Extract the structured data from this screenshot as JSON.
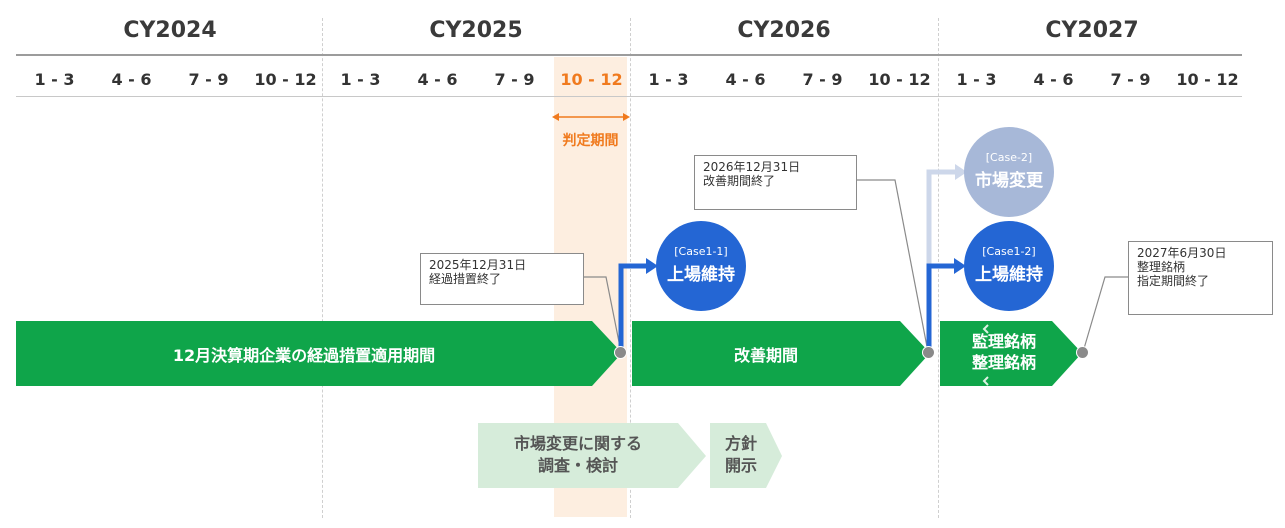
{
  "years": [
    "CY2024",
    "CY2025",
    "CY2026",
    "CY2027"
  ],
  "quarters": [
    "1 - 3",
    "4 - 6",
    "7 - 9",
    "10 - 12",
    "1 - 3",
    "4 - 6",
    "7 - 9",
    "10 - 12",
    "1 - 3",
    "4 - 6",
    "7 - 9",
    "10 - 12",
    "1 - 3",
    "4 - 6",
    "7 - 9",
    "10 - 12"
  ],
  "highlight": {
    "quarter_index": 7,
    "label": "判定期間",
    "color": "#f07a1e"
  },
  "callouts": {
    "c2025": {
      "line1": "2025年12月31日",
      "line2": "経過措置終了"
    },
    "c2026": {
      "line1": "2026年12月31日",
      "line2": "改善期間終了"
    },
    "c2027": {
      "line1": "2027年6月30日",
      "line2": "整理銘柄",
      "line3": "指定期間終了"
    }
  },
  "circles": {
    "case11": {
      "small": "[Case1-1]",
      "big": "上場維持"
    },
    "case12": {
      "small": "[Case1-2]",
      "big": "上場維持"
    },
    "case2": {
      "small": "[Case-2]",
      "big": "市場変更"
    }
  },
  "bars": {
    "transition": "12月決算期企業の経過措置適用期間",
    "improvement": "改善期間",
    "supervision_1": "監理銘柄",
    "supervision_2": "整理銘柄"
  },
  "grey_bars": {
    "study_1": "市場変更に関する",
    "study_2": "調査・検討",
    "policy_1": "方針",
    "policy_2": "開示"
  },
  "colors": {
    "green": "#0fa54a",
    "blue": "#2466d4",
    "light_blue": "#a7b8d8",
    "orange": "#f07a1e",
    "light_green": "#d6ecda"
  }
}
